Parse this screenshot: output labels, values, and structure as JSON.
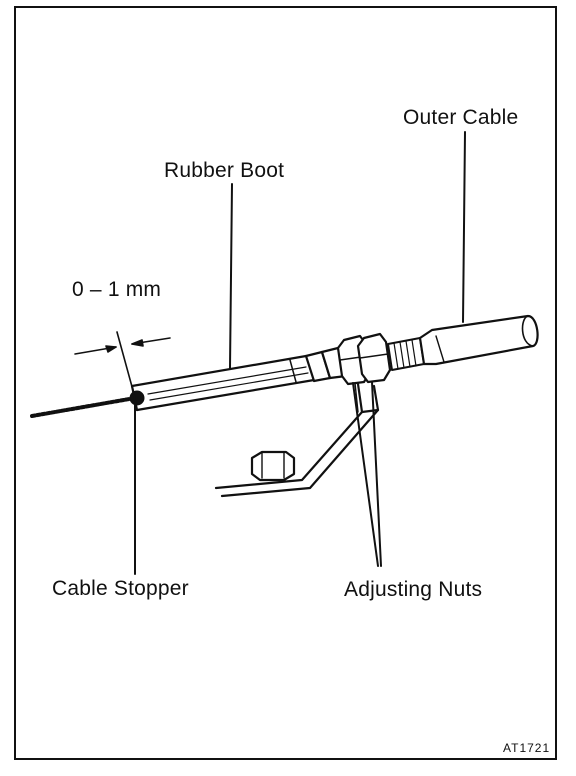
{
  "labels": {
    "outer_cable": "Outer Cable",
    "rubber_boot": "Rubber Boot",
    "clearance": "0 – 1 mm",
    "cable_stopper": "Cable Stopper",
    "adjusting_nuts": "Adjusting Nuts"
  },
  "figure_code": "AT1721"
}
